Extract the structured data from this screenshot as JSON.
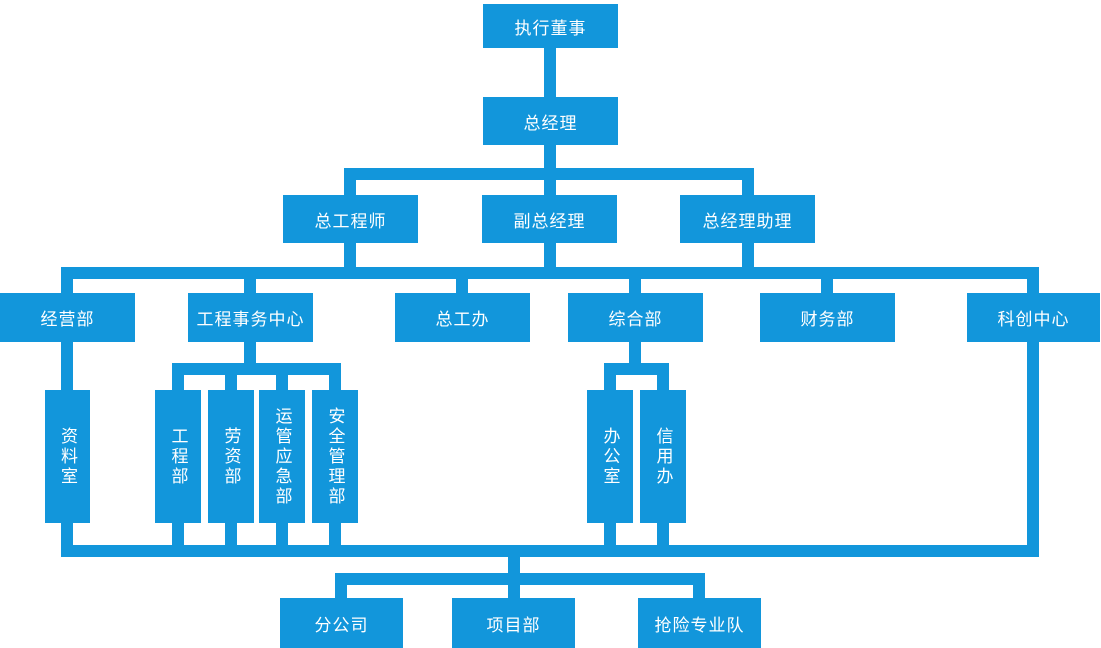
{
  "colors": {
    "node_fill": "#1296db",
    "node_text": "#ffffff",
    "connector": "#1296db",
    "background": "#ffffff"
  },
  "nodes": {
    "executiveDirector": {
      "label": "执行董事"
    },
    "generalManager": {
      "label": "总经理"
    },
    "chiefEngineer": {
      "label": "总工程师"
    },
    "deputyGeneralManager": {
      "label": "副总经理"
    },
    "gmAssistant": {
      "label": "总经理助理"
    },
    "businessDept": {
      "label": "经营部"
    },
    "engineeringAffairsCenter": {
      "label": "工程事务中心"
    },
    "chiefEngineerOffice": {
      "label": "总工办"
    },
    "generalDept": {
      "label": "综合部"
    },
    "financeDept": {
      "label": "财务部"
    },
    "sciTechCenter": {
      "label": "科创中心"
    },
    "archivesRoom": {
      "label": "资料室"
    },
    "engineeringDept": {
      "label": "工程部"
    },
    "laborDept": {
      "label": "劳资部"
    },
    "opsEmergencyDept": {
      "label": "运管应急部"
    },
    "safetyMgmtDept": {
      "label": "安全管理部"
    },
    "adminOffice": {
      "label": "办公室"
    },
    "creditOffice": {
      "label": "信用办"
    },
    "branchCompany": {
      "label": "分公司"
    },
    "projectDept": {
      "label": "项目部"
    },
    "rescueTeam": {
      "label": "抢险专业队"
    }
  },
  "hierarchy": {
    "type": "org-chart",
    "root": "执行董事",
    "levels": [
      [
        "执行董事"
      ],
      [
        "总经理"
      ],
      [
        "总工程师",
        "副总经理",
        "总经理助理"
      ],
      [
        "经营部",
        "工程事务中心",
        "总工办",
        "综合部",
        "财务部",
        "科创中心"
      ],
      [
        "资料室",
        "工程部",
        "劳资部",
        "运管应急部",
        "安全管理部",
        "办公室",
        "信用办"
      ],
      [
        "分公司",
        "项目部",
        "抢险专业队"
      ]
    ],
    "edges": [
      {
        "from": "执行董事",
        "to": [
          "总经理"
        ]
      },
      {
        "from": "总经理",
        "to": [
          "总工程师",
          "副总经理",
          "总经理助理"
        ]
      },
      {
        "from": "总工程师|副总经理|总经理助理 (共用横线)",
        "to": [
          "经营部",
          "工程事务中心",
          "总工办",
          "综合部",
          "财务部",
          "科创中心"
        ]
      },
      {
        "from": "经营部",
        "to": [
          "资料室"
        ]
      },
      {
        "from": "工程事务中心",
        "to": [
          "工程部",
          "劳资部",
          "运管应急部",
          "安全管理部"
        ]
      },
      {
        "from": "综合部",
        "to": [
          "办公室",
          "信用办"
        ]
      },
      {
        "from": "资料室|工程部|劳资部|运管应急部|安全管理部|办公室|信用办|科创中心 (共用底部横线)",
        "to": [
          "分公司",
          "项目部",
          "抢险专业队"
        ]
      }
    ]
  }
}
